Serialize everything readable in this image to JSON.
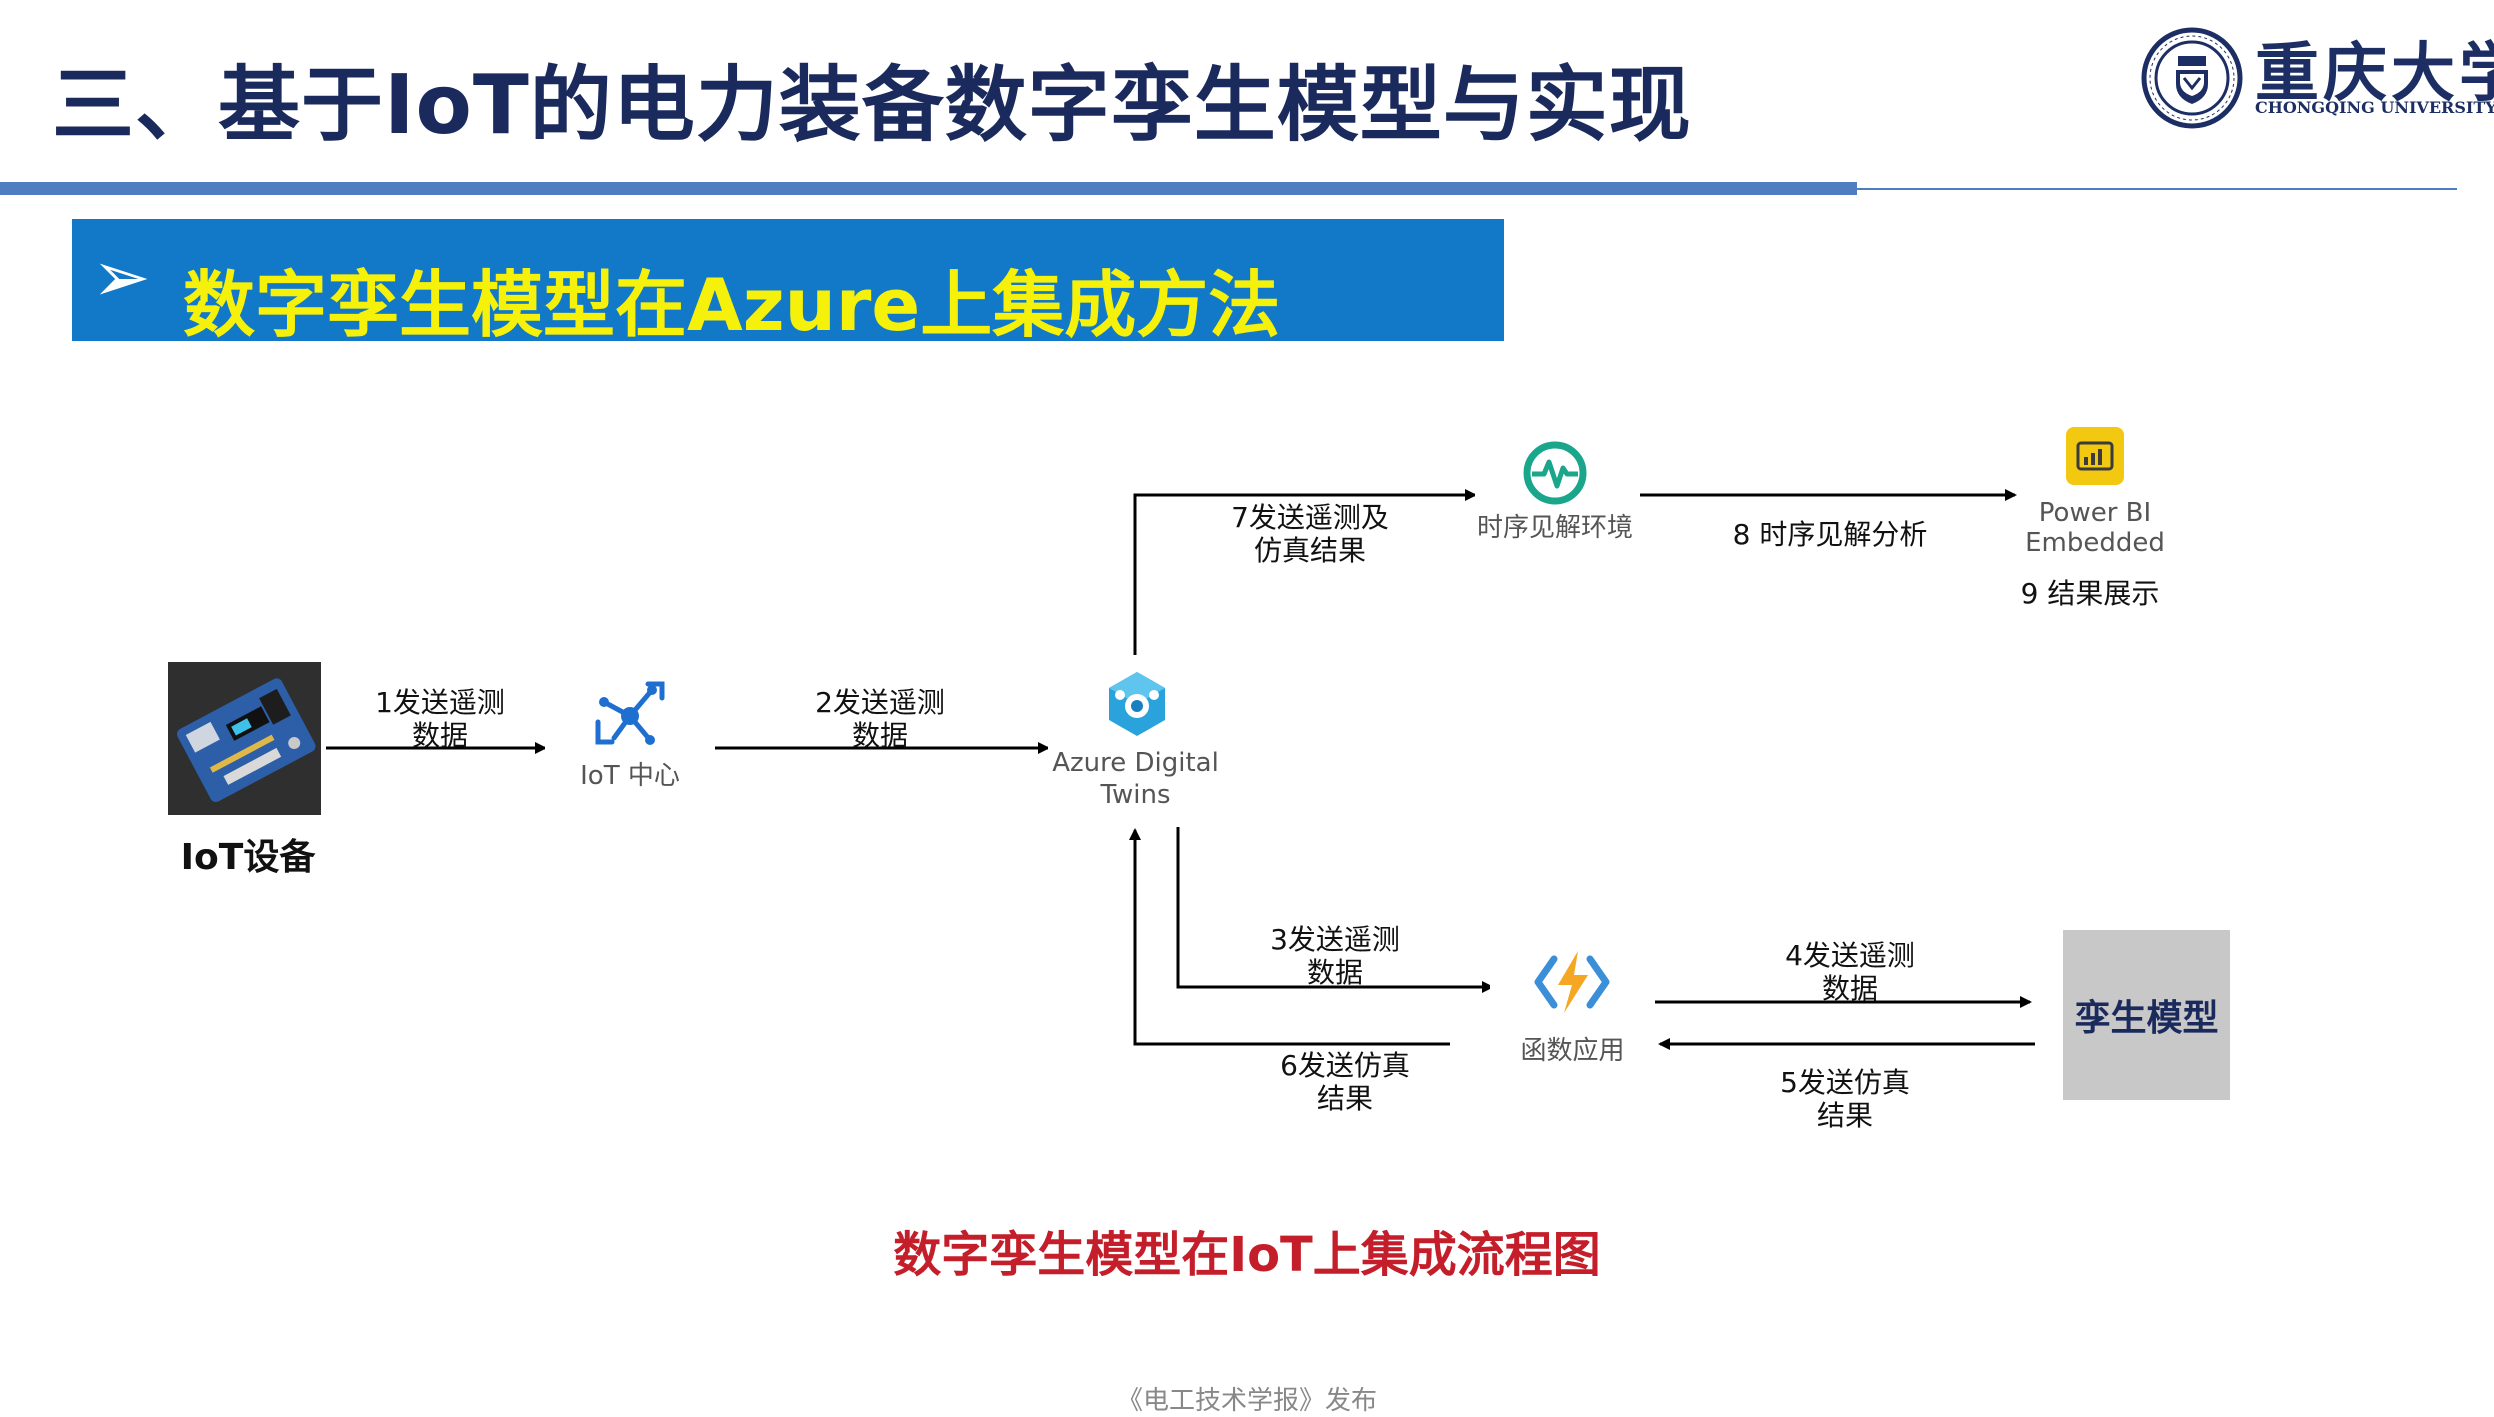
{
  "header": {
    "title": "三、基于IoT的电力装备数字孪生模型与实现",
    "logo_cn": "重庆大学",
    "logo_en": "CHONGQING UNIVERSITY",
    "accent_color": "#4f7dc2"
  },
  "banner": {
    "arrow": "➢",
    "text": "数字孪生模型在Azure上集成方法",
    "background": "#1279c9",
    "text_color": "#f5f10a"
  },
  "diagram": {
    "nodes": {
      "iot_device": "IoT设备",
      "iot_hub": "IoT 中心",
      "adt_line1": "Azure Digital",
      "adt_line2": "Twins",
      "tsi": "时序见解环境",
      "powerbi_line1": "Power BI",
      "powerbi_line2": "Embedded",
      "powerbi_result": "9  结果展示",
      "function_app": "函数应用",
      "twin_model": "孪生模型"
    },
    "edges": {
      "e1_line1": "1发送遥测",
      "e1_line2": "数据",
      "e2_line1": "2发送遥测",
      "e2_line2": "数据",
      "e3_line1": "3发送遥测",
      "e3_line2": "数据",
      "e4_line1": "4发送遥测",
      "e4_line2": "数据",
      "e5_line1": "5发送仿真",
      "e5_line2": "结果",
      "e6_line1": "6发送仿真",
      "e6_line2": "结果",
      "e7_line1": "7发送遥测及",
      "e7_line2": "仿真结果",
      "e8": "8 时序见解分析"
    },
    "icons": {
      "device": "circuit-board-icon",
      "iot_hub": "iot-hub-icon",
      "adt": "azure-digital-twins-icon",
      "tsi": "time-series-insights-icon",
      "powerbi": "power-bi-icon",
      "function": "azure-functions-icon"
    }
  },
  "caption": "数字孪生模型在IoT上集成流程图",
  "footer": "《电工技术学报》发布"
}
